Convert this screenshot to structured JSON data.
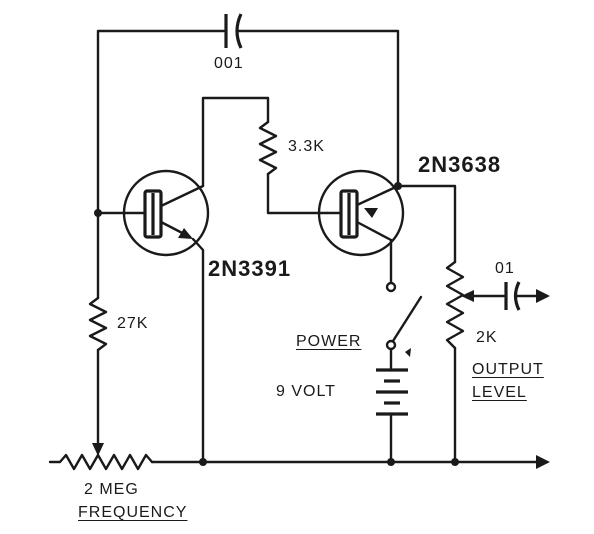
{
  "labels": {
    "cap_top": "001",
    "r_mid": "3.3K",
    "q2_part": "2N3638",
    "q1_part": "2N3391",
    "r_left": "27K",
    "cap_out": "01",
    "pot_out": "2K",
    "power": "POWER",
    "battery": "9 VOLT",
    "output_line1": "OUTPUT",
    "output_line2": "LEVEL",
    "freq_line1": "2 MEG",
    "freq_line2": "FREQUENCY"
  }
}
